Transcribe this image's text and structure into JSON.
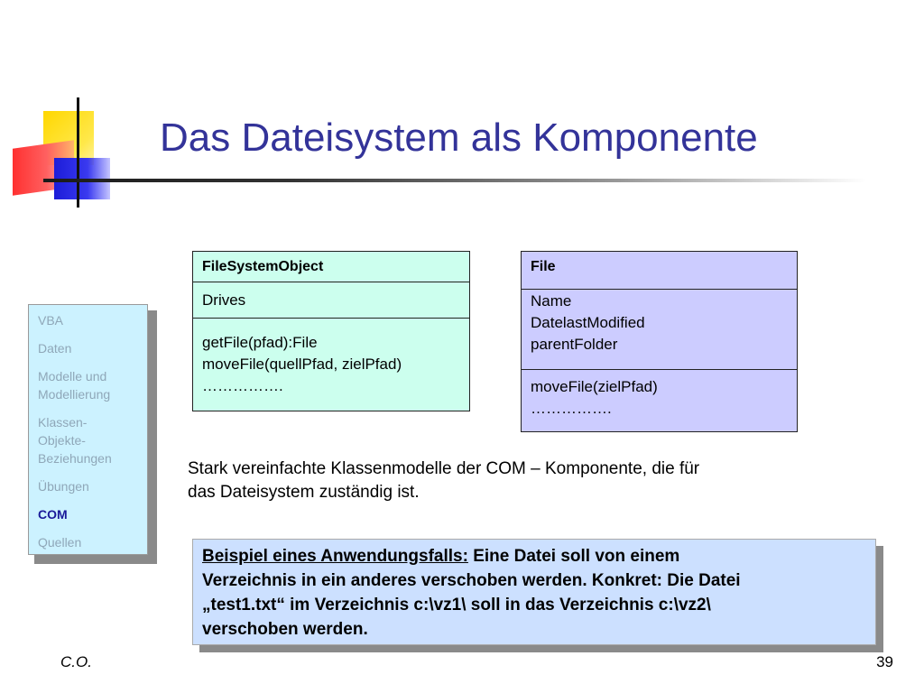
{
  "slide": {
    "title": "Das Dateisystem als Komponente",
    "footer_author": "C.O.",
    "page_number": "39"
  },
  "nav": {
    "items": [
      {
        "label": "VBA",
        "active": false
      },
      {
        "label": "Daten",
        "active": false
      },
      {
        "label": "Modelle und Modellierung",
        "active": false
      },
      {
        "label": "Klassen-Objekte-Beziehungen",
        "active": false
      },
      {
        "label": "Übungen",
        "active": false
      },
      {
        "label": "COM",
        "active": true
      },
      {
        "label": "Quellen",
        "active": false
      }
    ]
  },
  "classes": {
    "filesystemobject": {
      "name": "FileSystemObject",
      "attributes": [
        "Drives"
      ],
      "methods": [
        "getFile(pfad):File",
        "moveFile(quellPfad, zielPfad)",
        "……………."
      ]
    },
    "file": {
      "name": "File",
      "attributes": [
        "Name",
        "DatelastModified",
        "parentFolder"
      ],
      "methods": [
        "moveFile(zielPfad)",
        "……………."
      ]
    }
  },
  "caption": {
    "line1": "Stark vereinfachte Klassenmodelle der COM – Komponente, die für",
    "line2": "das Dateisystem zuständig ist."
  },
  "example": {
    "lead": "Beispiel eines Anwendungsfalls:",
    "text1": " Eine Datei soll von einem",
    "text2": "Verzeichnis in ein anderes verschoben werden. Konkret: Die Datei",
    "text3": "„test1.txt“ im Verzeichnis c:\\vz1\\ soll in das Verzeichnis c:\\vz2\\",
    "text4": "verschoben werden."
  },
  "colors": {
    "title": "#333399",
    "nav_bg": "#ccf2ff",
    "nav_active": "#1a1a99",
    "fso_bg": "#ccffee",
    "file_bg": "#ccccff",
    "example_bg": "#cce0ff"
  }
}
